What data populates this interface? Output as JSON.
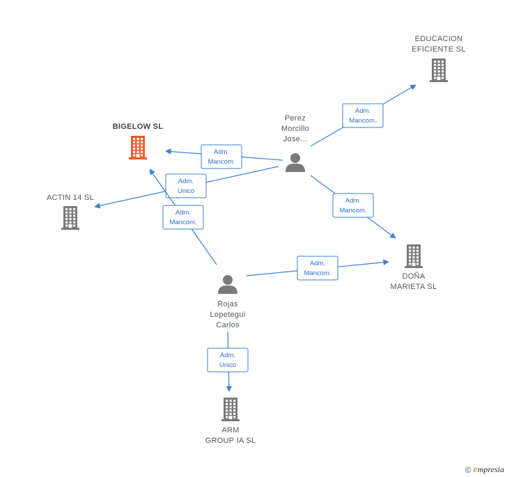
{
  "colors": {
    "edge": "#3a7fd5",
    "building": "#7a7a7a",
    "building_main": "#f05a28",
    "person": "#7a7a7a"
  },
  "nodes": [
    {
      "id": "bigelow",
      "type": "company",
      "main": true,
      "label": [
        "BIGELOW SL"
      ]
    },
    {
      "id": "educacion",
      "type": "company",
      "label": [
        "EDUCACION",
        "EFICIENTE SL"
      ]
    },
    {
      "id": "actin",
      "type": "company",
      "label": [
        "ACTIN 14 SL"
      ]
    },
    {
      "id": "donia",
      "type": "company",
      "label": [
        "DOÑA",
        "MARIETA SL"
      ]
    },
    {
      "id": "arm",
      "type": "company",
      "label": [
        "ARM",
        "GROUP IA SL"
      ]
    },
    {
      "id": "perez",
      "type": "person",
      "label": [
        "Perez",
        "Morcillo",
        "Jose..."
      ]
    },
    {
      "id": "rojas",
      "type": "person",
      "label": [
        "Rojas",
        "Lopetegui",
        "Carlos"
      ]
    }
  ],
  "edges": [
    {
      "from": "perez",
      "to": "bigelow",
      "label": [
        "Adm.",
        "Mancom."
      ]
    },
    {
      "from": "perez",
      "to": "educacion",
      "label": [
        "Adm.",
        "Mancom."
      ]
    },
    {
      "from": "perez",
      "to": "actin",
      "label": [
        "Adm.",
        "Unico"
      ]
    },
    {
      "from": "perez",
      "to": "donia",
      "label": [
        "Adm.",
        "Mancom."
      ]
    },
    {
      "from": "rojas",
      "to": "bigelow",
      "label": [
        "Adm.",
        "Mancom."
      ]
    },
    {
      "from": "rojas",
      "to": "donia",
      "label": [
        "Adm.",
        "Mancom."
      ]
    },
    {
      "from": "rojas",
      "to": "arm",
      "label": [
        "Adm.",
        "Unico"
      ]
    }
  ],
  "footer": {
    "copyright": "©",
    "brand_first": "e",
    "brand_rest": "mpresia"
  }
}
